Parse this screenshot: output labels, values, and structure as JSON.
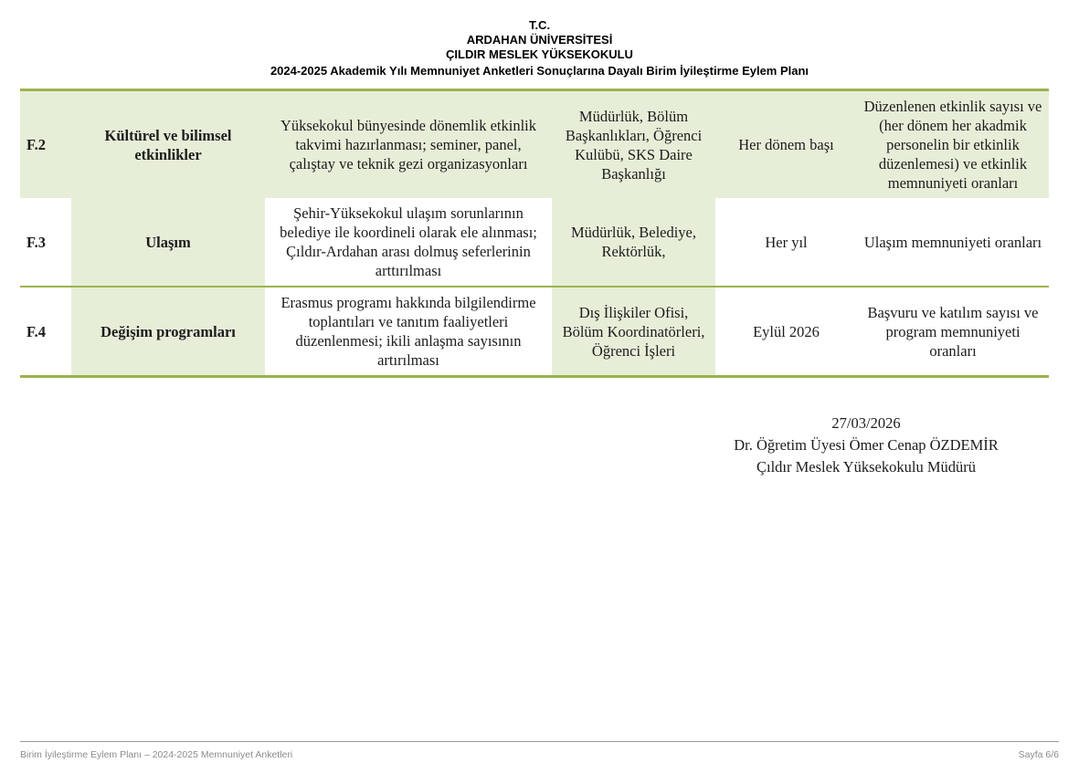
{
  "header": {
    "line1": "T.C.",
    "line2": "ARDAHAN ÜNİVERSİTESİ",
    "line3": "ÇILDIR MESLEK YÜKSEKOKULU",
    "line4": "2024-2025 Akademik Yılı Memnuniyet Anketleri Sonuçlarına Dayalı Birim İyileştirme Eylem Planı"
  },
  "colors": {
    "cell_green": "#e7eed8",
    "border_green": "#9bb24d",
    "footer_rule": "#9a9a9a",
    "footer_text": "#8b8b8b",
    "body_text": "#1c1c1c"
  },
  "table": {
    "rows": [
      {
        "code": "F.2",
        "area": "Kültürel ve bilimsel etkinlikler",
        "action": "Yüksekokul bünyesinde dönemlik etkinlik takvimi hazırlanması; seminer, panel, çalıştay ve teknik gezi organizasyonları",
        "responsible": "Müdürlük, Bölüm Başkanlıkları, Öğrenci Kulübü, SKS Daire Başkanlığı",
        "time": "Her dönem başı",
        "indicator": "Düzenlenen etkinlik sayısı ve (her dönem her akadmik personelin bir etkinlik düzenlemesi) ve etkinlik memnuniyeti oranları",
        "fills": {
          "code": "green",
          "area": "green",
          "action": "green",
          "responsible": "green",
          "time": "green",
          "indicator": "green"
        }
      },
      {
        "code": "F.3",
        "area": "Ulaşım",
        "action": "Şehir-Yüksekokul ulaşım sorunlarının belediye ile koordineli olarak ele alınması; Çıldır-Ardahan arası dolmuş seferlerinin arttırılması",
        "responsible": "Müdürlük, Belediye, Rektörlük,",
        "time": "Her yıl",
        "indicator": "Ulaşım memnuniyeti oranları",
        "fills": {
          "code": "white",
          "area": "green",
          "action": "white",
          "responsible": "green",
          "time": "white",
          "indicator": "white"
        }
      },
      {
        "code": "F.4",
        "area": "Değişim programları",
        "action": "Erasmus programı hakkında bilgilendirme toplantıları ve tanıtım faaliyetleri düzenlenmesi; ikili anlaşma sayısının artırılması",
        "responsible": "Dış İlişkiler Ofisi, Bölüm Koordinatörleri, Öğrenci İşleri",
        "time": "Eylül 2026",
        "indicator": "Başvuru ve katılım sayısı ve program memnuniyeti oranları",
        "fills": {
          "code": "white",
          "area": "green",
          "action": "white",
          "responsible": "green",
          "time": "white",
          "indicator": "white"
        }
      }
    ]
  },
  "signature": {
    "date": "27/03/2026",
    "name": "Dr. Öğretim Üyesi Ömer Cenap ÖZDEMİR",
    "title": "Çıldır Meslek Yüksekokulu Müdürü"
  },
  "footer": {
    "left": "Birim İyileştirme Eylem Planı – 2024-2025 Memnuniyet Anketleri",
    "right": "Sayfa 6/6"
  }
}
